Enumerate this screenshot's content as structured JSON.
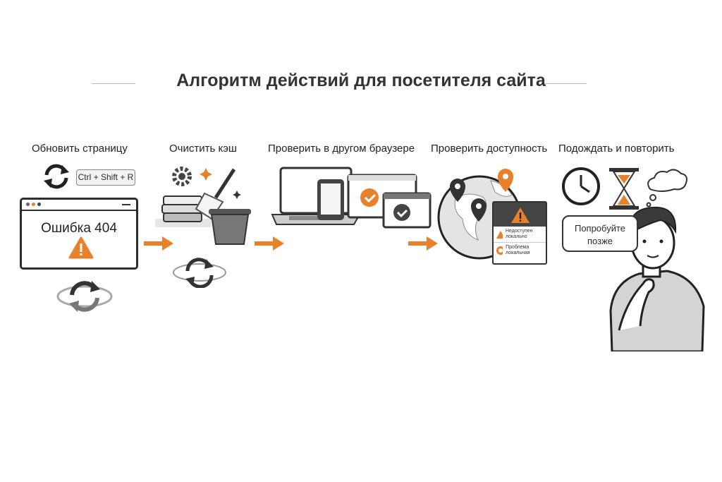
{
  "title": "Алгоритм действий для посетителя сайта",
  "accent_color": "#e8812c",
  "steps": [
    {
      "label": "Обновить страницу",
      "shortcut": "Ctrl + Shift + R",
      "error_text": "Ошибка 404",
      "icons": [
        "refresh-icon",
        "browser-window",
        "warning-icon"
      ]
    },
    {
      "label": "Очистить кэш",
      "icons": [
        "gear-icon",
        "broom-icon",
        "trash-bin-icon",
        "refresh-icon"
      ]
    },
    {
      "label": "Проверить в другом браузере",
      "icons": [
        "laptop-icon",
        "phone-icon",
        "browser-check-icon"
      ]
    },
    {
      "label": "Проверить доступность",
      "popup_items": [
        "Недоступен локально",
        "Проблема локальная"
      ],
      "icons": [
        "globe-icon",
        "map-pin-icon",
        "warning-icon"
      ]
    },
    {
      "label": "Подождать и повторить",
      "speech": "Попробуйте позже",
      "icons": [
        "clock-icon",
        "hourglass-icon",
        "thought-cloud-icon",
        "person-thinking"
      ]
    }
  ]
}
